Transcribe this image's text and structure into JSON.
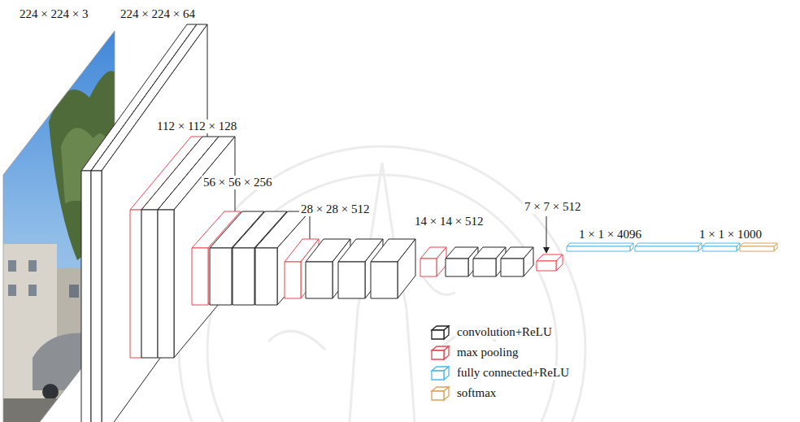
{
  "diagram": {
    "labels": [
      "224 × 224 × 3",
      "224 × 224 × 64",
      "112 × 112 × 128",
      "56 × 56 × 256",
      "28 × 28 × 512",
      "14 × 14 × 512",
      "7 × 7 × 512",
      "1 × 1 × 4096",
      "1 × 1 × 1000"
    ],
    "legend": [
      {
        "text": "convolution+ReLU",
        "color": "#222222"
      },
      {
        "text": "max pooling",
        "color": "#e34850"
      },
      {
        "text": "fully connected+ReLU",
        "color": "#4fb8e6"
      },
      {
        "text": "softmax",
        "color": "#d9a35f"
      }
    ]
  }
}
